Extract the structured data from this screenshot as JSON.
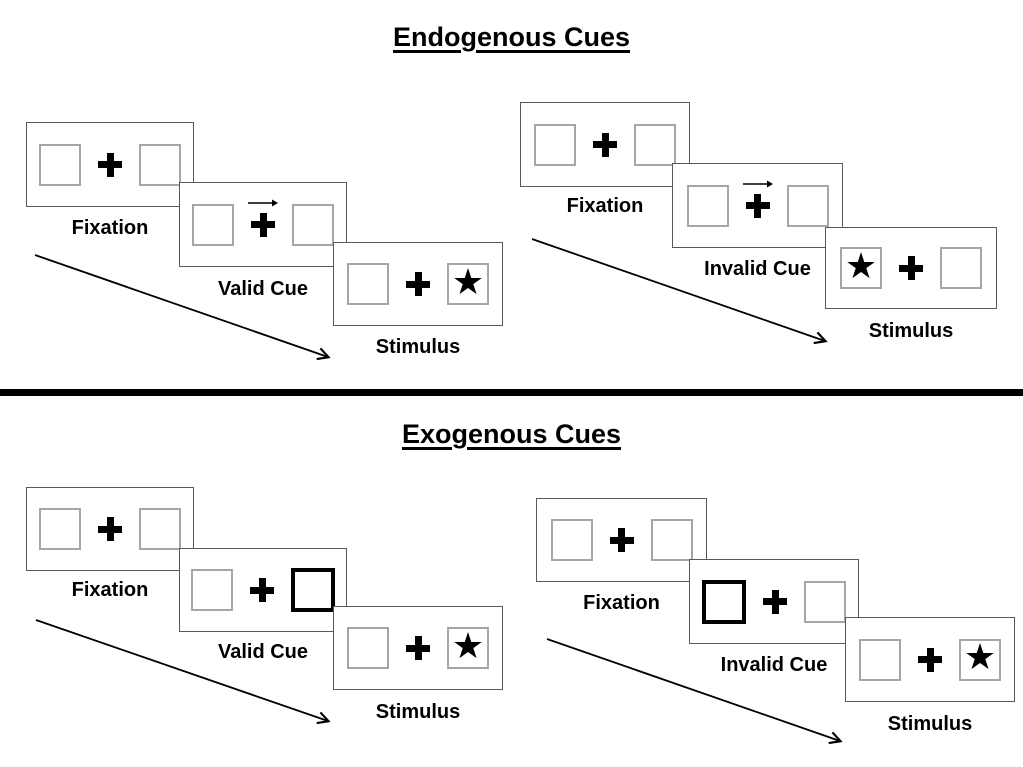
{
  "figure": {
    "type": "posner-cueing-task-diagram",
    "background": "#ffffff"
  },
  "sections": {
    "endogenous": {
      "title": "Endogenous Cues"
    },
    "exogenous": {
      "title": "Exogenous Cues"
    }
  },
  "glyphs": {
    "star": "★",
    "fixation_cross": "plus-cross",
    "cue_direction_arrow": "right-arrow",
    "timeline_arrow": "diagonal-down-right-arrow"
  },
  "colors": {
    "panel_border": "#595959",
    "placeholder_box_border": "#a6a6a6",
    "cue_highlight_border": "#000000",
    "symbol": "#000000",
    "divider": "#000000",
    "background": "#ffffff"
  },
  "groups": [
    {
      "section": "Endogenous Cues",
      "trial_type": "valid",
      "panels": [
        {
          "label": "Fixation",
          "left_box": "empty",
          "center": "fixation-cross",
          "right_box": "empty"
        },
        {
          "label": "Valid Cue",
          "left_box": "empty",
          "center": "fixation-cross-with-right-arrow",
          "right_box": "empty"
        },
        {
          "label": "Stimulus",
          "left_box": "empty",
          "center": "fixation-cross",
          "right_box": "star"
        }
      ]
    },
    {
      "section": "Endogenous Cues",
      "trial_type": "invalid",
      "panels": [
        {
          "label": "Fixation",
          "left_box": "empty",
          "center": "fixation-cross",
          "right_box": "empty"
        },
        {
          "label": "Invalid Cue",
          "left_box": "empty",
          "center": "fixation-cross-with-right-arrow",
          "right_box": "empty"
        },
        {
          "label": "Stimulus",
          "left_box": "star",
          "center": "fixation-cross",
          "right_box": "empty"
        }
      ]
    },
    {
      "section": "Exogenous Cues",
      "trial_type": "valid",
      "panels": [
        {
          "label": "Fixation",
          "left_box": "empty",
          "center": "fixation-cross",
          "right_box": "empty"
        },
        {
          "label": "Valid Cue",
          "left_box": "empty",
          "center": "fixation-cross",
          "right_box": "highlighted"
        },
        {
          "label": "Stimulus",
          "left_box": "empty",
          "center": "fixation-cross",
          "right_box": "star"
        }
      ]
    },
    {
      "section": "Exogenous Cues",
      "trial_type": "invalid",
      "panels": [
        {
          "label": "Fixation",
          "left_box": "empty",
          "center": "fixation-cross",
          "right_box": "empty"
        },
        {
          "label": "Invalid Cue",
          "left_box": "highlighted",
          "center": "fixation-cross",
          "right_box": "empty"
        },
        {
          "label": "Stimulus",
          "left_box": "empty",
          "center": "fixation-cross",
          "right_box": "star"
        }
      ]
    }
  ]
}
